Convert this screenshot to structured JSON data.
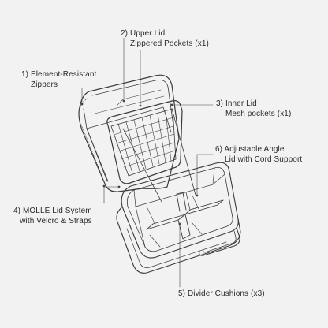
{
  "callouts": [
    {
      "id": "1",
      "lines": [
        "1) Element-Resistant",
        "Zippers"
      ]
    },
    {
      "id": "2",
      "lines": [
        "2) Upper Lid",
        "Zippered Pockets (x1)"
      ]
    },
    {
      "id": "3",
      "lines": [
        "3) Inner Lid",
        "Mesh pockets (x1)"
      ]
    },
    {
      "id": "4",
      "lines": [
        "4) MOLLE Lid System",
        "with Velcro & Straps"
      ]
    },
    {
      "id": "5",
      "lines": [
        "5) Divider Cushions (x3)"
      ]
    },
    {
      "id": "6",
      "lines": [
        "6) Adjustable Angle",
        "Lid with Cord Support"
      ]
    }
  ],
  "colors": {
    "background": "#f2f2f2",
    "line": "#3a3a3a",
    "text": "#2a2a2a"
  }
}
